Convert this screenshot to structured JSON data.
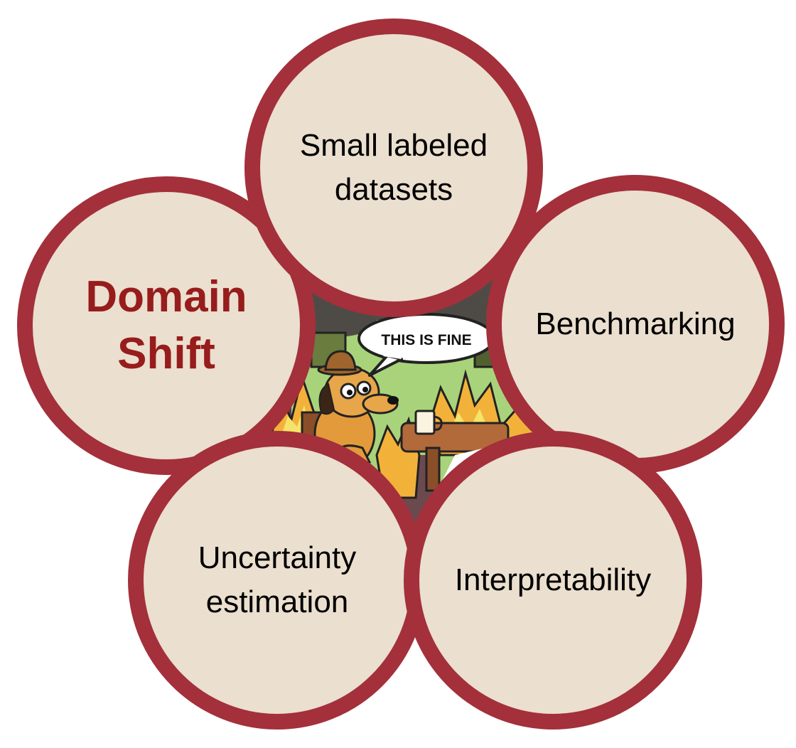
{
  "colors": {
    "bubble_fill": "#ebdfcf",
    "bubble_border": "#a3303a",
    "primary_text": "#971c1c",
    "text": "#000000"
  },
  "meme": {
    "speech_text": "THIS IS FINE"
  },
  "bubbles": {
    "domain_shift": "Domain\nShift",
    "small_labeled": "Small labeled\ndatasets",
    "benchmarking": "Benchmarking",
    "uncertainty": "Uncertainty\nestimation",
    "interpretability": "Interpretability"
  }
}
